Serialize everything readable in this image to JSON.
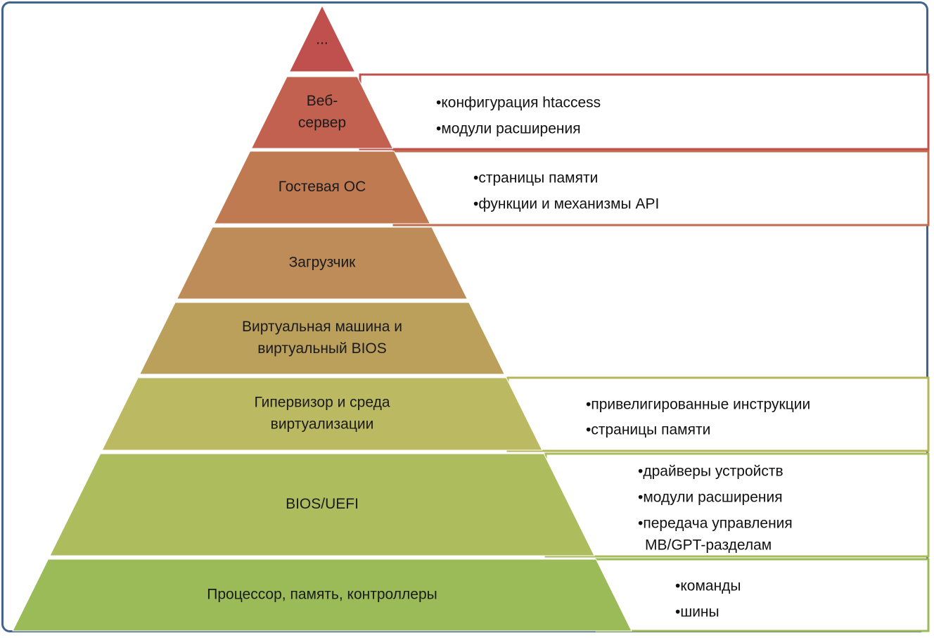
{
  "colors": {
    "frame": "#41648f",
    "level_fills": [
      "#c0504d",
      "#c2614f",
      "#c07a52",
      "#bd8c58",
      "#bba05c",
      "#bbba62",
      "#adbd5e",
      "#9bbb59"
    ],
    "box_strokes": {
      "web_server": "#c0504d",
      "guest_os": "#c26c4f",
      "hypervisor": "#b5b55a",
      "bios": "#a8bc5c",
      "hardware": "#9bbb59"
    }
  },
  "levels": [
    {
      "id": "top",
      "lines": [
        "..."
      ]
    },
    {
      "id": "web_server",
      "lines": [
        "Веб-",
        "сервер"
      ]
    },
    {
      "id": "guest_os",
      "lines": [
        "Гостевая ОС"
      ]
    },
    {
      "id": "bootloader",
      "lines": [
        "Загрузчик"
      ]
    },
    {
      "id": "virtual_machine",
      "lines": [
        "Виртуальная машина и",
        "виртуальный BIOS"
      ]
    },
    {
      "id": "hypervisor",
      "lines": [
        "Гипервизор и среда",
        "виртуализации"
      ]
    },
    {
      "id": "bios",
      "lines": [
        "BIOS/UEFI"
      ]
    },
    {
      "id": "hardware",
      "lines": [
        "Процессор, память, контроллеры"
      ]
    }
  ],
  "details": [
    {
      "level": "web_server",
      "items": [
        [
          "•конфигурация htaccess"
        ],
        [
          "•модули расширения"
        ]
      ]
    },
    {
      "level": "guest_os",
      "items": [
        [
          "•страницы памяти"
        ],
        [
          "•функции и механизмы API"
        ]
      ]
    },
    {
      "level": "hypervisor",
      "items": [
        [
          "•привелигированные инструкции"
        ],
        [
          "•страницы памяти"
        ]
      ]
    },
    {
      "level": "bios",
      "items": [
        [
          "•драйверы устройств"
        ],
        [
          "•модули расширения"
        ],
        [
          "•передача управления",
          "MB/GPT-разделам"
        ]
      ]
    },
    {
      "level": "hardware",
      "items": [
        [
          "•команды"
        ],
        [
          "•шины"
        ]
      ]
    }
  ]
}
